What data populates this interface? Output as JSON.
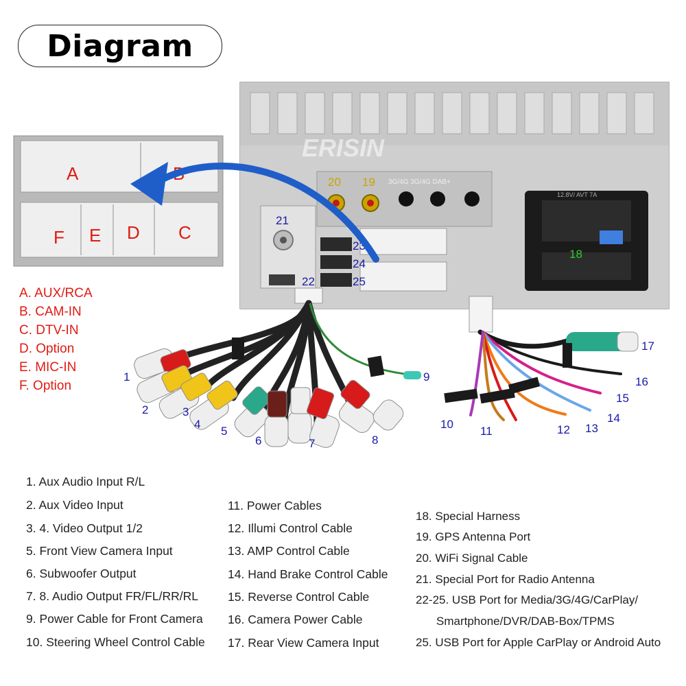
{
  "title": "Diagram",
  "brand_watermark": "ERISIN",
  "unit_labels": {
    "connectors": [
      "A",
      "B",
      "C",
      "D",
      "E",
      "F"
    ],
    "ports": [
      "20",
      "19",
      "21",
      "22",
      "23",
      "24",
      "25",
      "18"
    ],
    "antenna_marking": "3G/4G 3G/4G DAB+",
    "harness_marking": "12.8V/ AVT 7A"
  },
  "cable_numbers": {
    "left_harness": [
      "1",
      "2",
      "3",
      "4",
      "5",
      "6",
      "7",
      "8",
      "9"
    ],
    "right_harness": [
      "17",
      "16",
      "15",
      "14",
      "13",
      "12",
      "11",
      "10"
    ]
  },
  "connector_legend": [
    "A. AUX/RCA",
    "B. CAM-IN",
    "C. DTV-IN",
    "D. Option",
    "E. MIC-IN",
    "F. Option"
  ],
  "legend_col1": [
    "1. Aux Audio Input R/L",
    "2. Aux Video Input",
    "3. 4. Video Output 1/2",
    "5. Front View Camera Input",
    "6. Subwoofer Output",
    "7. 8. Audio Output FR/FL/RR/RL",
    "9. Power Cable for Front Camera",
    "10. Steering Wheel Control Cable"
  ],
  "legend_col2": [
    "11. Power Cables",
    "12. Illumi Control Cable",
    "13. AMP Control Cable",
    "14. Hand Brake Control Cable",
    "15. Reverse Control Cable",
    "16. Camera Power Cable",
    "17. Rear View Camera Input"
  ],
  "legend_col3": [
    "18. Special Harness",
    "19. GPS Antenna Port",
    "20. WiFi Signal Cable",
    "21. Special Port for Radio Antenna",
    "22-25. USB Port for Media/3G/4G/CarPlay/",
    "Smartphone/DVR/DAB-Box/TPMS",
    "25. USB Port  for Apple CarPlay or  Android Auto"
  ],
  "colors": {
    "letter_red": "#e01b12",
    "port_blue": "#1a1aa8",
    "port_green": "#2ecc2e",
    "port_gold": "#c9a400",
    "arrow_blue": "#1f5ec9",
    "chassis": "#c9c9c9"
  }
}
